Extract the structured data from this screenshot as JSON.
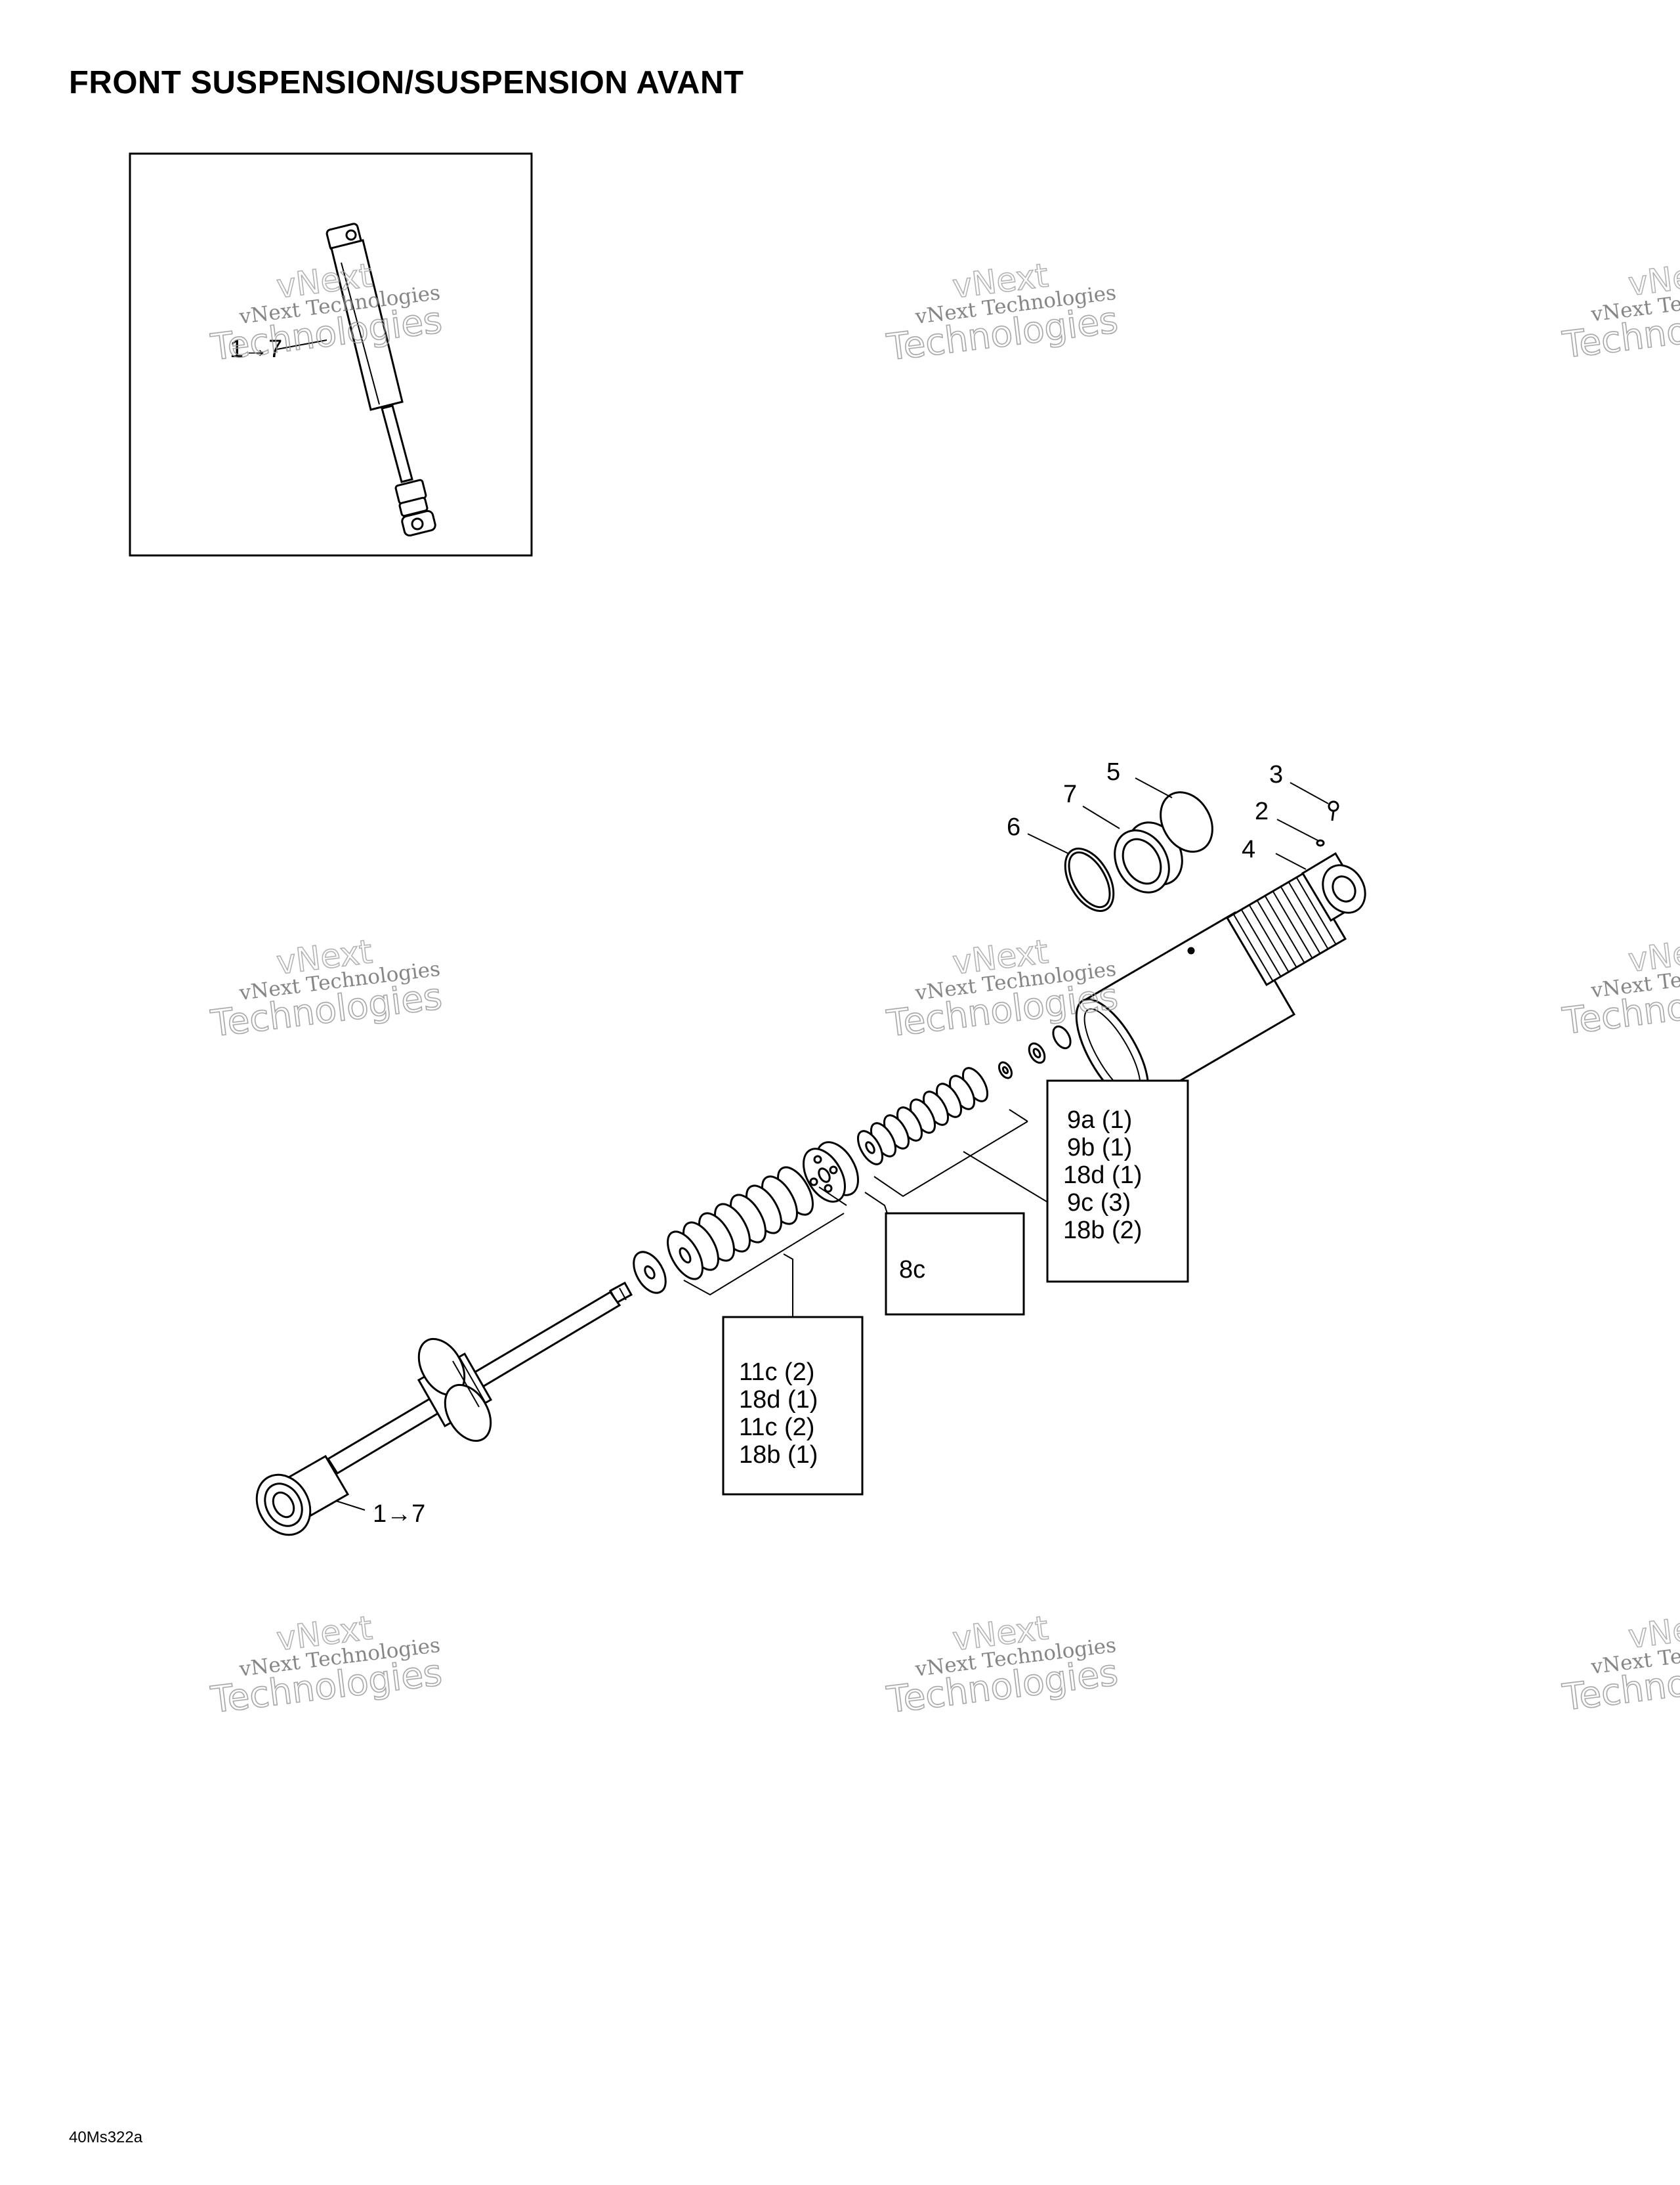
{
  "title": "FRONT SUSPENSION/SUSPENSION AVANT",
  "watermark": {
    "line1": "vNext Technologies",
    "line2": "Technologies",
    "line3": "vNext"
  },
  "inset": {
    "callout": "1→7"
  },
  "callouts": {
    "c2": "2",
    "c3": "3",
    "c4": "4",
    "c5": "5",
    "c6": "6",
    "c7": "7",
    "c17": "1→7"
  },
  "kit_boxes": {
    "box_9": [
      "9a (1)",
      "9b (1)",
      "18d (1)",
      "9c (3)",
      "18b (2)"
    ],
    "box_8": [
      "8c"
    ],
    "box_11": [
      "11c (2)",
      "18d (1)",
      "11c (2)",
      "18b (1)"
    ]
  },
  "footer_code": "40Ms322a"
}
